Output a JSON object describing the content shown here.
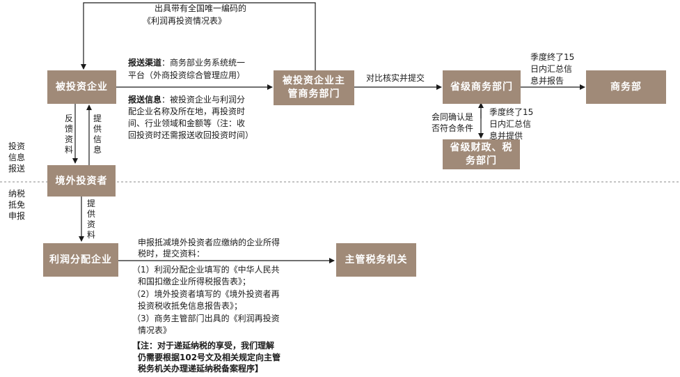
{
  "boxes": {
    "invested_enterprise": "被投资企业",
    "competent_commerce_dept": "被投资企业主管商务部门",
    "provincial_commerce_dept": "省级商务部门",
    "ministry_of_commerce": "商务部",
    "provincial_finance_tax": "省级财政、税务部门",
    "overseas_investor": "境外投资者",
    "profit_distributing_enterprise": "利润分配企业",
    "competent_tax_authority": "主管税务机关"
  },
  "labels": {
    "top_loop_line1": "出具带有全国唯一编码的",
    "top_loop_line2": "《利润再投资情况表》",
    "channel_title": "报送渠道",
    "channel_body_line1": "：商务部业务系统统一",
    "channel_body_line2": "平台（外商投资综合管理应用）",
    "info_title": "报送信息",
    "info_body_line1": "：被投资企业与利润分",
    "info_body_line2": "配企业名称及所在地，再投资时",
    "info_body_line3": "间、行业领域和金额等（注：收",
    "info_body_line4": "回投资时还需报送收回投资时间）",
    "verify_submit": "对比核实并提交",
    "quarter_report_line1": "季度终了15",
    "quarter_report_line2": "日内汇总信",
    "quarter_report_line3": "息并报告",
    "confirm_line1": "会同确认是",
    "confirm_line2": "否符合条件",
    "quarter_provide_line1": "季度终了15",
    "quarter_provide_line2": "日内汇总信",
    "quarter_provide_line3": "息并提供",
    "feedback": "反馈资料",
    "provide_info": "提供信息",
    "provide_data": "提供资料",
    "section_info_report": "投资信息报送",
    "section_tax_credit": "纳税抵免申报",
    "tax_intro_line1": "申报抵减境外投资者应缴纳的企业所得",
    "tax_intro_line2": "税时，提交资料：",
    "item1_line1": "（1）利润分配企业填写的《中华人民共",
    "item1_line2": "和国扣缴企业所得税报告表》；",
    "item2_line1": "（2）境外投资者填写的《境外投资者再",
    "item2_line2": "投资税收抵免信息报告表》；",
    "item3_line1": "（3）商务主管部门出具的《利润再投资",
    "item3_line2": "情况表》",
    "note_line1": "【注：对于递延纳税的享受，我们理解",
    "note_line2": "仍需要根据102号文及相关规定向主管",
    "note_line3": "税务机关办理递延纳税备案程序】"
  },
  "colors": {
    "box_fill": "#a08a78",
    "box_text": "#ffffff",
    "line": "#1a1a1a",
    "divider": "#888888"
  }
}
